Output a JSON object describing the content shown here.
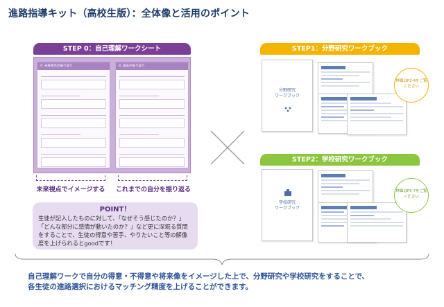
{
  "title": "進路指導キット（高校生版）：全体像と活用のポイント",
  "step0": {
    "label": "STEP 0：自己理解ワークシート",
    "page_left_header": "A. 未来視点の振り返り",
    "page_right_header": "B. 過去の振り返り",
    "caption_left": "未来視点でイメージする",
    "caption_right": "これまでの自分を振り返る",
    "color": "#7b3f98"
  },
  "point": {
    "title": "POINT！",
    "body": "生徒が記入したものに対して、「なぜそう感じたのか？」「どんな部分に感情が動いたのか？」など更に深堀る質問をすることで、生徒の得意や苦手、やりたいこと等の解像度を上げられるとgoodです！"
  },
  "step1": {
    "label": "STEP1：分野研究ワークブック",
    "cover_title_line1": "分野研究",
    "cover_title_line2": "ワークブック",
    "callout": "詳細はP2-4をご覧ください",
    "color": "#f4b400"
  },
  "step2": {
    "label": "STEP2：学校研究ワークブック",
    "cover_title_line1": "学校研究",
    "cover_title_line2": "ワークブック",
    "callout": "詳細はP5-7をご覧ください",
    "color": "#8cc63f"
  },
  "summary": {
    "line1": "自己理解ワークで自分の得意・不得意や将来像をイメージした上で、分野研究や学校研究をすることで、",
    "line2": "各生徒の進路選択におけるマッチング精度を上げることができます。"
  }
}
